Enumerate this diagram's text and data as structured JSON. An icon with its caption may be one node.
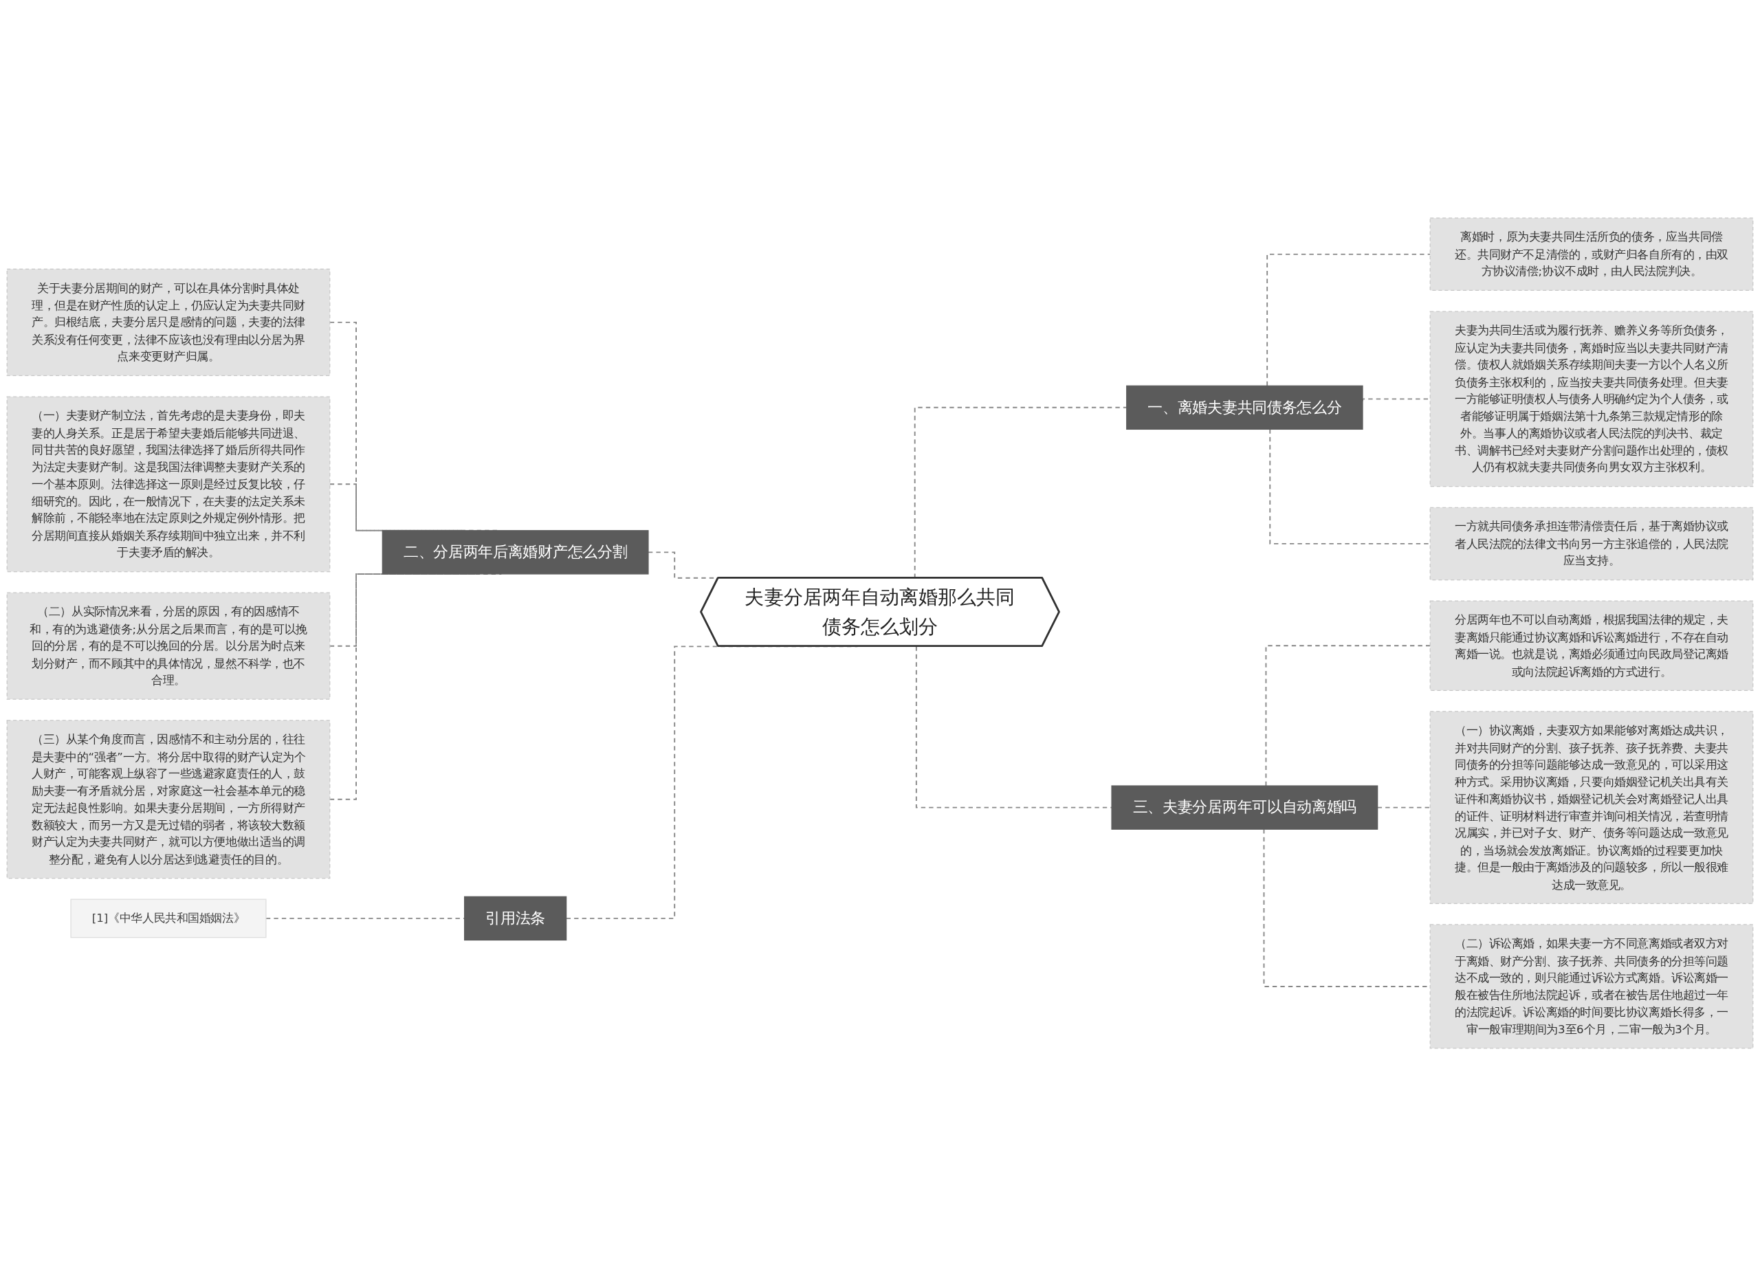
{
  "diagram": {
    "nodes": [
      {
        "text": [
          "夫妻分居两年自动离婚那么共同债务怎么划分"
        ]
      },
      {
        "text": [
          "一、离婚夫妻共同债务怎么分"
        ]
      },
      {
        "text": [
          "离婚时，原为夫妻共同生活所负的债务，应当共同偿还。共同财产不足清偿的，或财产归各自所有的，由双方协议清偿;协议不成时，由人民法院判决。"
        ]
      },
      {
        "text": [
          "夫妻为共同生活或为履行抚养、赡养义务等所负债务，应认定为夫妻共同债务，离婚时应当以夫妻共同财产清偿。债权人就婚姻关系存续期间夫妻一方以个人名义所负债务主张权利的，应当按夫妻共同债务处理。但夫妻一方能够证明债权人与债务人明确约定为个人债务，或者能够证明属于婚姻法第十九条第三款规定情形的除外。当事人的离婚协议或者人民法院的判决书、裁定书、调解书已经对夫妻财产分割问题作出处理的，债权人仍有权就夫妻共同债务向男女双方主张权利。"
        ]
      },
      {
        "text": [
          "一方就共同债务承担连带清偿责任后，基于离婚协议或者人民法院的法律文书向另一方主张追偿的，人民法院应当支持。"
        ]
      },
      {
        "text": [
          "二、分居两年后离婚财产怎么分割"
        ]
      },
      {
        "text": [
          "关于夫妻分居期间的财产，可以在具体分割时具体处理，但是在财产性质的认定上，仍应认定为夫妻共同财产。归根结底，夫妻分居只是感情的问题，夫妻的法律关系没有任何变更，法律不应该也没有理由以分居为界点来变更财产归属。"
        ]
      },
      {
        "text": [
          "（一）夫妻财产制立法，首先考虑的是夫妻身份，即夫妻的人身关系。正是居于希望夫妻婚后能够共同进退、同甘共苦的良好愿望，我国法律选择了婚后所得共同作为法定夫妻财产制。这是我国法律调整夫妻财产关系的一个基本原则。法律选择这一原则是经过反复比较，仔细研究的。因此，在一般情况下，在夫妻的法定关系未解除前，不能轻率地在法定原则之外规定例外情形。把分居期间直接从婚姻关系存续期间中独立出来，并不利于夫妻矛盾的解决。"
        ]
      },
      {
        "text": [
          "（二）从实际情况来看，分居的原因，有的因感情不和，有的为逃避债务;从分居之后果而言，有的是可以挽回的分居，有的是不可以挽回的分居。以分居为时点来划分财产，而不顾其中的具体情况，显然不科学，也不合理。"
        ]
      },
      {
        "text": [
          "（三）从某个角度而言，因感情不和主动分居的，往往是夫妻中的“强者”一方。将分居中取得的财产认定为个人财产，可能客观上纵容了一些逃避家庭责任的人，鼓励夫妻一有矛盾就分居，对家庭这一社会基本单元的稳定无法起良性影响。如果夫妻分居期间，一方所得财产数额较大，而另一方又是无过错的弱者，将该较大数额财产认定为夫妻共同财产，就可以方便地做出适当的调整分配，避免有人以分居达到逃避责任的目的。"
        ]
      },
      {
        "text": [
          "三、夫妻分居两年可以自动离婚吗"
        ]
      },
      {
        "text": [
          "分居两年也不可以自动离婚，根据我国法律的规定，夫妻离婚只能通过协议离婚和诉讼离婚进行，不存在自动离婚一说。也就是说，离婚必须通过向民政局登记离婚或向法院起诉离婚的方式进行。"
        ]
      },
      {
        "text": [
          "（一）协议离婚，夫妻双方如果能够对离婚达成共识，并对共同财产的分割、孩子抚养、孩子抚养费、夫妻共同债务的分担等问题能够达成一致意见的，可以采用这种方式。采用协议离婚，只要向婚姻登记机关出具有关证件和离婚协议书，婚姻登记机关会对离婚登记人出具的证件、证明材料进行审查并询问相关情况，若查明情况属实，并已对子女、财产、债务等问题达成一致意见的，当场就会发放离婚证。协议离婚的过程要更加快捷。但是一般由于离婚涉及的问题较多，所以一般很难达成一致意见。"
        ]
      },
      {
        "text": [
          "（二）诉讼离婚，如果夫妻一方不同意离婚或者双方对于离婚、财产分割、孩子抚养、共同债务的分担等问题达不成一致的，则只能通过诉讼方式离婚。诉讼离婚一般在被告住所地法院起诉，或者在被告居住地超过一年的法院起诉。诉讼离婚的时间要比协议离婚长得多，一审一般审理期间为3至6个月，二审一般为3个月。"
        ]
      },
      {
        "text": [
          "引用法条"
        ]
      },
      {
        "text": [
          "[1]《中华人民共和国婚姻法》"
        ]
      }
    ],
    "edges": [
      {
        "from": 0,
        "to": 1,
        "arrow": "none",
        "style": "dashed"
      },
      {
        "from": 1,
        "to": 2,
        "arrow": "none",
        "style": "dashed"
      },
      {
        "from": 1,
        "to": 3,
        "arrow": "none",
        "style": "dashed"
      },
      {
        "from": 1,
        "to": 4,
        "arrow": "none",
        "style": "dashed"
      },
      {
        "from": 0,
        "to": 5,
        "arrow": "none",
        "style": "dashed"
      },
      {
        "from": 5,
        "to": 6,
        "arrow": "none",
        "style": "dashed"
      },
      {
        "from": 5,
        "to": 7,
        "arrow": "none",
        "style": "dashed"
      },
      {
        "from": 5,
        "to": 8,
        "arrow": "none",
        "style": "dashed"
      },
      {
        "from": 5,
        "to": 9,
        "arrow": "none",
        "style": "dashed"
      },
      {
        "from": 0,
        "to": 10,
        "arrow": "none",
        "style": "dashed"
      },
      {
        "from": 10,
        "to": 11,
        "arrow": "none",
        "style": "dashed"
      },
      {
        "from": 10,
        "to": 12,
        "arrow": "none",
        "style": "dashed"
      },
      {
        "from": 10,
        "to": 13,
        "arrow": "none",
        "style": "dashed"
      },
      {
        "from": 0,
        "to": 14,
        "arrow": "none",
        "style": "dashed"
      },
      {
        "from": 14,
        "to": 15,
        "arrow": "none",
        "style": "dashed"
      }
    ]
  }
}
